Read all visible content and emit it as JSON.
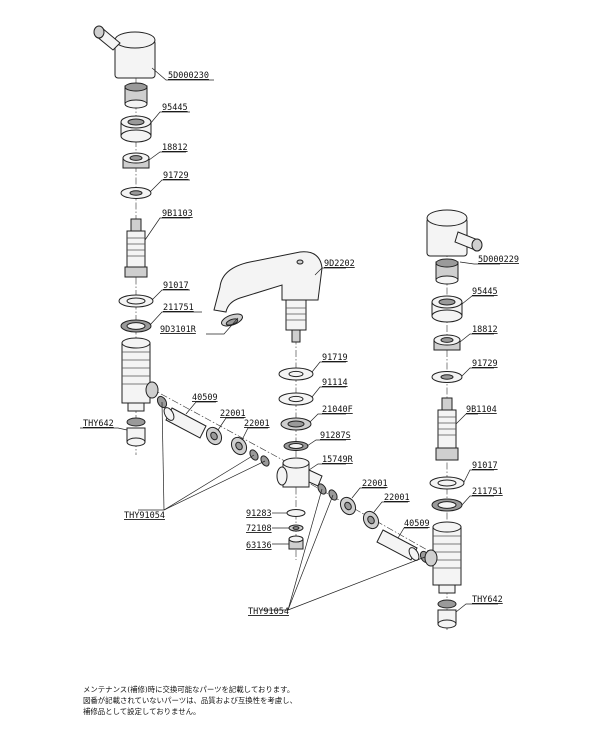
{
  "labels": {
    "l_5d000230": "5D000230",
    "l_95445_a": "95445",
    "l_18812_a": "18812",
    "l_91729_a": "91729",
    "l_9b1103": "9B1103",
    "l_91017_a": "91017",
    "l_211751_a": "211751",
    "l_9d3101r": "9D3101R",
    "l_thy642_a": "THY642",
    "l_40509_a": "40509",
    "l_22001_a": "22001",
    "l_22001_b": "22001",
    "l_thy91054_a": "THY91054",
    "l_9d2202": "9D2202",
    "l_91719": "91719",
    "l_91114": "91114",
    "l_21040f": "21040F",
    "l_91287s": "91287S",
    "l_15749r": "15749R",
    "l_91283": "91283",
    "l_72108": "72108",
    "l_63136": "63136",
    "l_thy91054_b": "THY91054",
    "l_22001_c": "22001",
    "l_22001_d": "22001",
    "l_40509_b": "40509",
    "l_5d000229": "5D000229",
    "l_95445_b": "95445",
    "l_18812_b": "18812",
    "l_91729_b": "91729",
    "l_9b1104": "9B1104",
    "l_91017_b": "91017",
    "l_211751_b": "211751",
    "l_thy642_b": "THY642"
  },
  "notes": {
    "line1": "メンテナンス(補修)時に交換可能なパーツを記載しております。",
    "line2": "図番が記載されていないパーツは、品質および互換性を考慮し、",
    "line3": "補修品として設定しておりません。"
  }
}
